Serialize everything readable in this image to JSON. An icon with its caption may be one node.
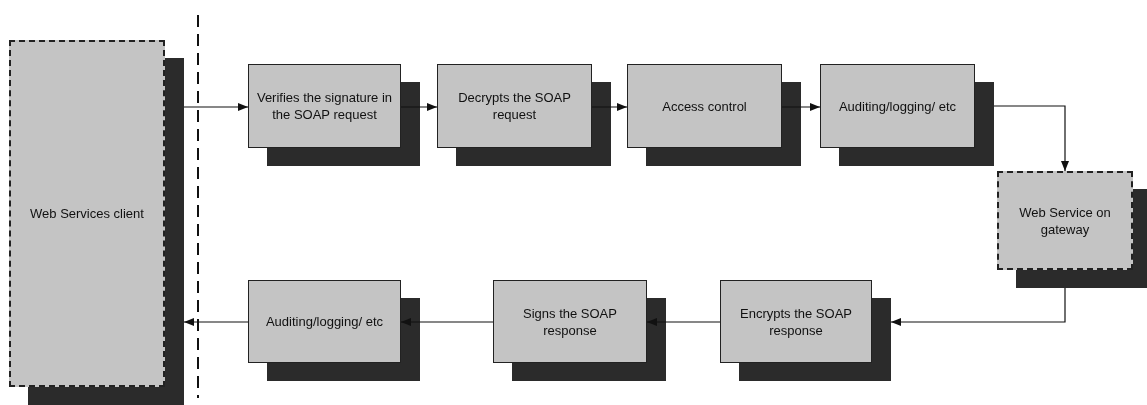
{
  "diagram": {
    "nodes": [
      {
        "text": [
          "Web Services client"
        ]
      },
      {
        "text": [
          "Verifies the signature in the SOAP request"
        ]
      },
      {
        "text": [
          "Decrypts the SOAP request"
        ]
      },
      {
        "text": [
          "Access control"
        ]
      },
      {
        "text": [
          "Auditing/logging/ etc"
        ]
      },
      {
        "text": [
          "Web Service on gateway"
        ]
      },
      {
        "text": [
          "Encrypts the SOAP response"
        ]
      },
      {
        "text": [
          "Signs the SOAP response"
        ]
      },
      {
        "text": [
          "Auditing/logging/ etc"
        ]
      }
    ],
    "edges": [
      {
        "from": 0,
        "to": 1,
        "arrow": "to"
      },
      {
        "from": 1,
        "to": 2,
        "arrow": "to"
      },
      {
        "from": 2,
        "to": 3,
        "arrow": "to"
      },
      {
        "from": 3,
        "to": 4,
        "arrow": "to"
      },
      {
        "from": 4,
        "to": 5,
        "arrow": "to"
      },
      {
        "from": 5,
        "to": 6,
        "arrow": "to"
      },
      {
        "from": 6,
        "to": 7,
        "arrow": "to"
      },
      {
        "from": 7,
        "to": 8,
        "arrow": "to"
      },
      {
        "from": 8,
        "to": 0,
        "arrow": "to"
      }
    ]
  }
}
